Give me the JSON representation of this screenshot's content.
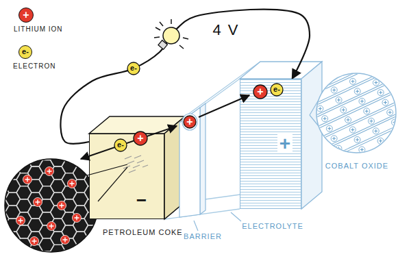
{
  "diagram": {
    "nodes": [
      {
        "text": [
          "−"
        ]
      },
      {
        "text": [
          "+"
        ]
      }
    ],
    "edges": [
      {
        "from": 0,
        "to": 1,
        "arrow": "to",
        "label": "4 V"
      }
    ],
    "labels": [
      "+",
      "e-",
      "e-",
      "e-",
      "+",
      "+",
      "+",
      "e-",
      "PETROLEUM COKE",
      "BARRIER",
      "ELECTROLYTE",
      "COBALT OXIDE"
    ],
    "legend": [
      {
        "text": "LITHIUM ION",
        "color": "#e33a2c"
      },
      {
        "text": "ELECTRON",
        "color": "#f4e04d"
      }
    ]
  }
}
